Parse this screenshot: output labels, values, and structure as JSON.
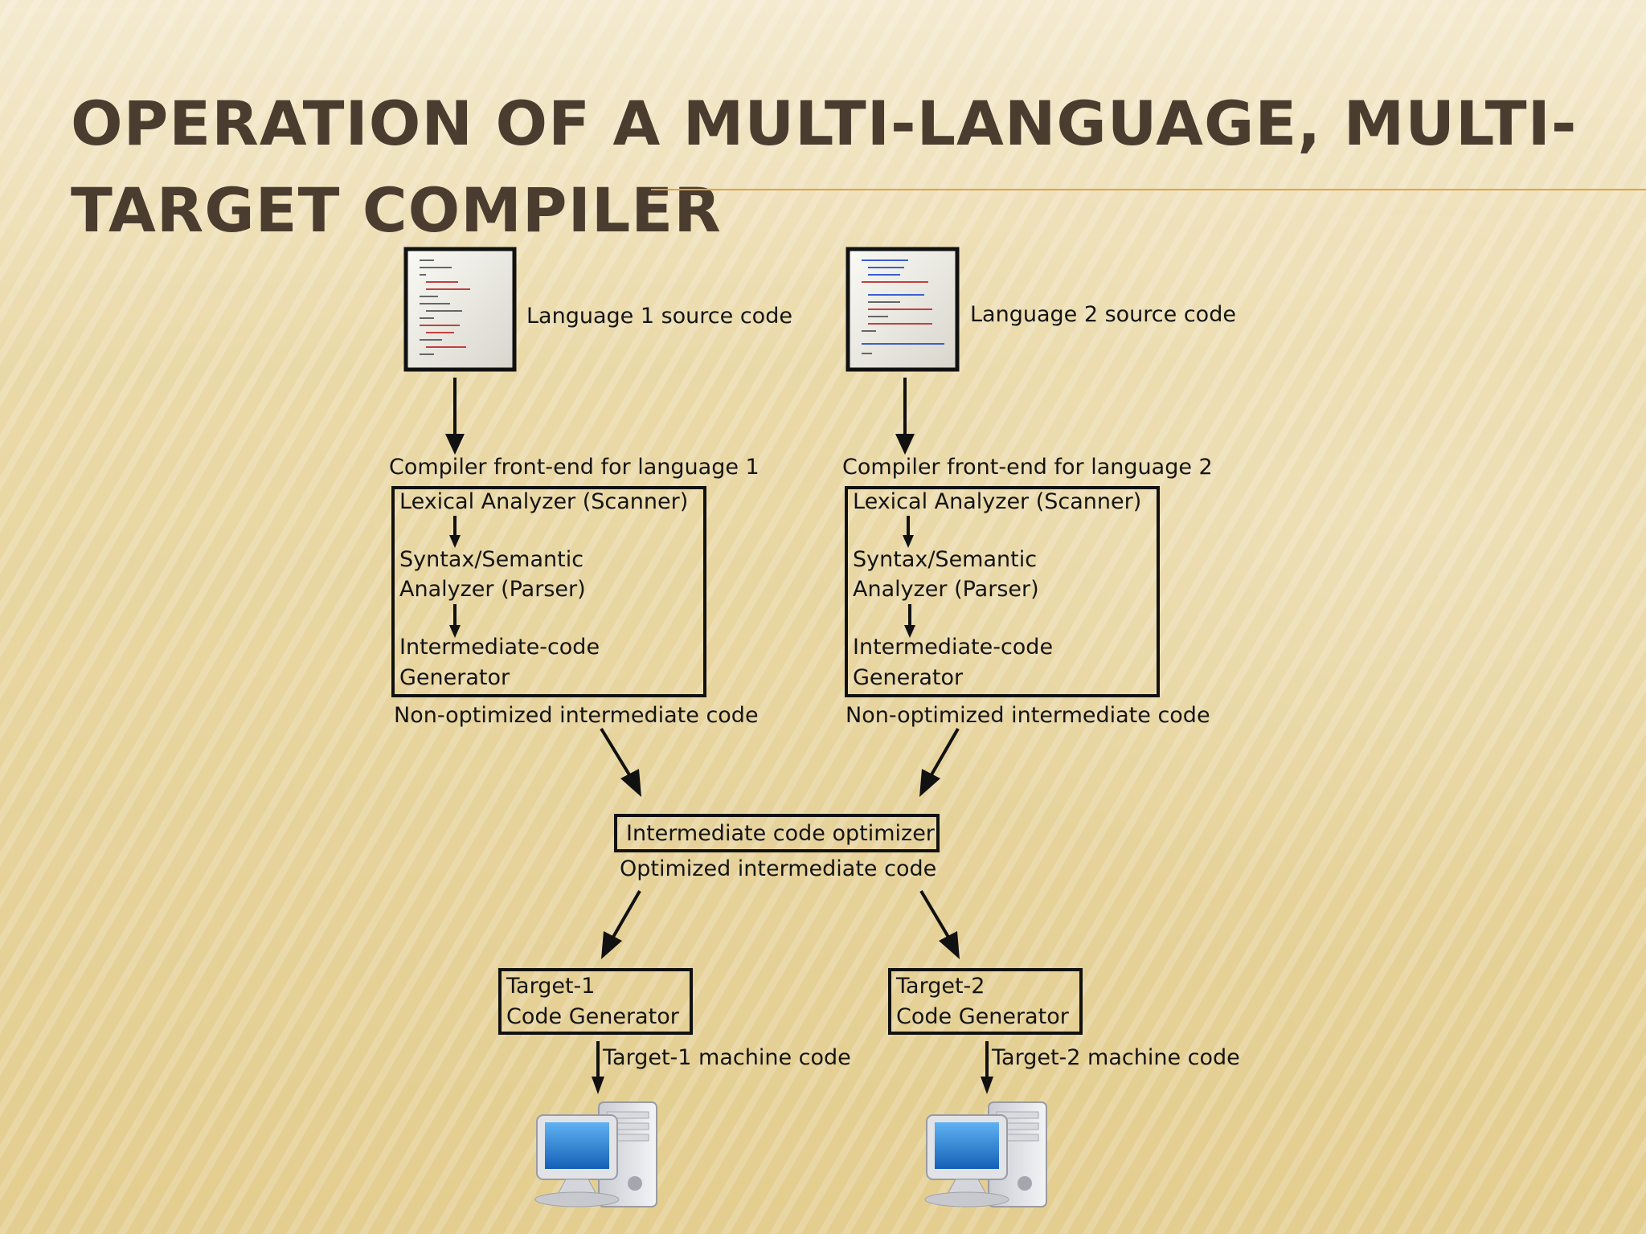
{
  "title": "Operation of a Multi-Language, Multi-Target Compiler",
  "icons": [
    "source-code-document-icon",
    "desktop-computer-icon"
  ],
  "colors": {
    "title": "#4a3c2f",
    "rule": "#e2a33c",
    "line": "#111111",
    "monitor": "#2a7fd4"
  },
  "diagram": {
    "lang1_source": "Language 1 source code",
    "lang2_source": "Language 2 source code",
    "frontend1_label": "Compiler front-end for language 1",
    "frontend2_label": "Compiler front-end for language 2",
    "frontend_stages": {
      "lexical": "Lexical Analyzer (Scanner)",
      "syntax_line1": "Syntax/Semantic",
      "syntax_line2": "Analyzer (Parser)",
      "icg_line1": "Intermediate-code",
      "icg_line2": "Generator"
    },
    "nonopt_code": "Non-optimized intermediate code",
    "optimizer": "Intermediate code optimizer",
    "opt_code": "Optimized intermediate code",
    "target1_line1": "Target-1",
    "target1_line2": "Code Generator",
    "target2_line1": "Target-2",
    "target2_line2": "Code Generator",
    "target1_machine": "Target-1 machine code",
    "target2_machine": "Target-2 machine code"
  }
}
